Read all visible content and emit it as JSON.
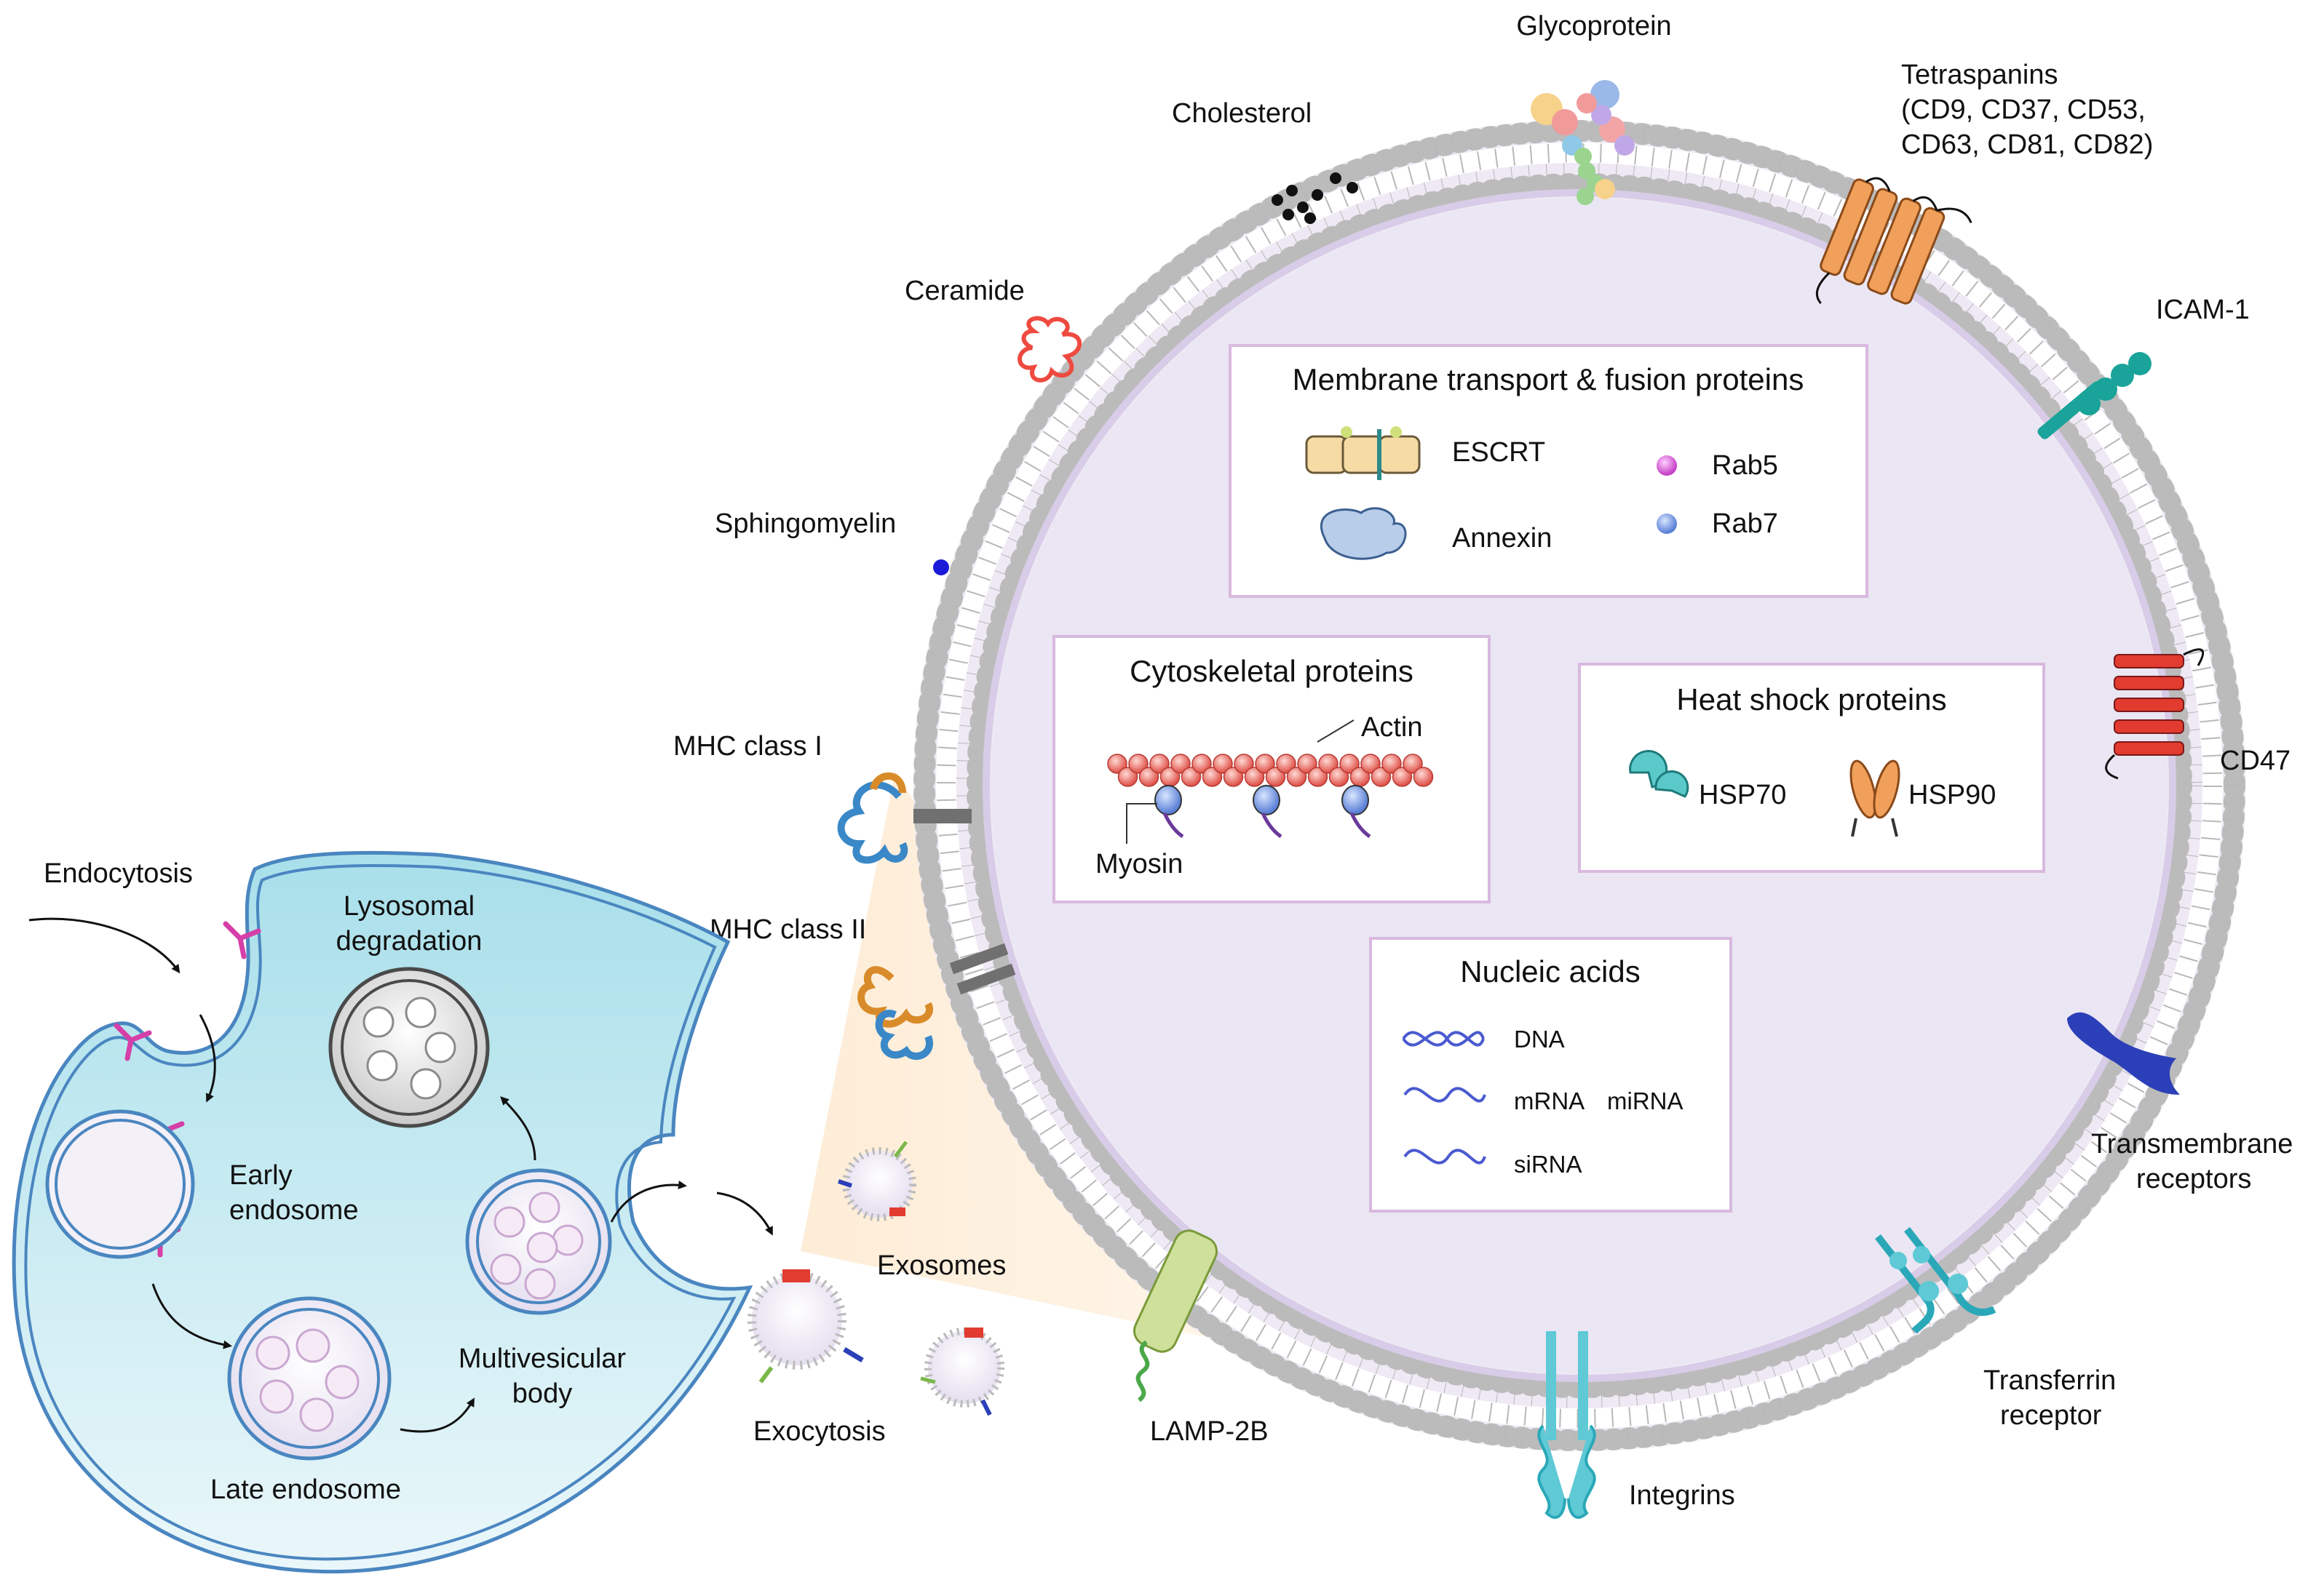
{
  "membrane_labels": {
    "glycoprotein": "Glycoprotein",
    "cholesterol": "Cholesterol",
    "tetraspanins_1": "Tetraspanins",
    "tetraspanins_2": "(CD9, CD37, CD53,",
    "tetraspanins_3": "CD63, CD81, CD82)",
    "ceramide": "Ceramide",
    "icam": "ICAM-1",
    "sphingomyelin": "Sphingomyelin",
    "mhc1": "MHC class I",
    "mhc2": "MHC class II",
    "cd47": "CD47",
    "transmembrane_1": "Transmembrane",
    "transmembrane_2": "receptors",
    "transferrin_1": "Transferrin",
    "transferrin_2": "receptor",
    "integrins": "Integrins",
    "lamp": "LAMP-2B"
  },
  "boxes": {
    "transport": {
      "title": "Membrane transport & fusion proteins",
      "escrt": "ESCRT",
      "annexin": "Annexin",
      "rab5": "Rab5",
      "rab7": "Rab7"
    },
    "cyto": {
      "title": "Cytoskeletal proteins",
      "actin": "Actin",
      "myosin": "Myosin"
    },
    "heat": {
      "title": "Heat shock proteins",
      "hsp70": "HSP70",
      "hsp90": "HSP90"
    },
    "nucleic": {
      "title": "Nucleic acids",
      "dna": "DNA",
      "mrna": "mRNA",
      "mirna": "miRNA",
      "sirna": "siRNA"
    }
  },
  "cell_labels": {
    "endocytosis": "Endocytosis",
    "lysosomal_1": "Lysosomal",
    "lysosomal_2": "degradation",
    "early_1": "Early",
    "early_2": "endosome",
    "late": "Late endosome",
    "mvb_1": "Multivesicular",
    "mvb_2": "body",
    "exosomes": "Exosomes",
    "exocytosis": "Exocytosis"
  },
  "colors": {
    "cell_fill": "#bfe6ef",
    "cell_stroke": "#4a86c0",
    "membrane_bead": "#d9d9d9",
    "vesicle_interior": "#e9e4f2",
    "box_border": "#d9b9df",
    "tetraspanin": "#f0a05a",
    "cd47": "#e23b30",
    "icam": "#1aa39a",
    "transmembrane": "#2b3fb8",
    "integrin": "#5fc9d6",
    "lamp": "#cfe09a",
    "mhc_blue": "#3a88c7",
    "mhc_orange": "#d98b2a",
    "ceramide": "#ee4a40",
    "rab5": "#e070e0",
    "rab7": "#7a9de8",
    "actin": "#f08a84",
    "antibody": "#d63fa8"
  }
}
